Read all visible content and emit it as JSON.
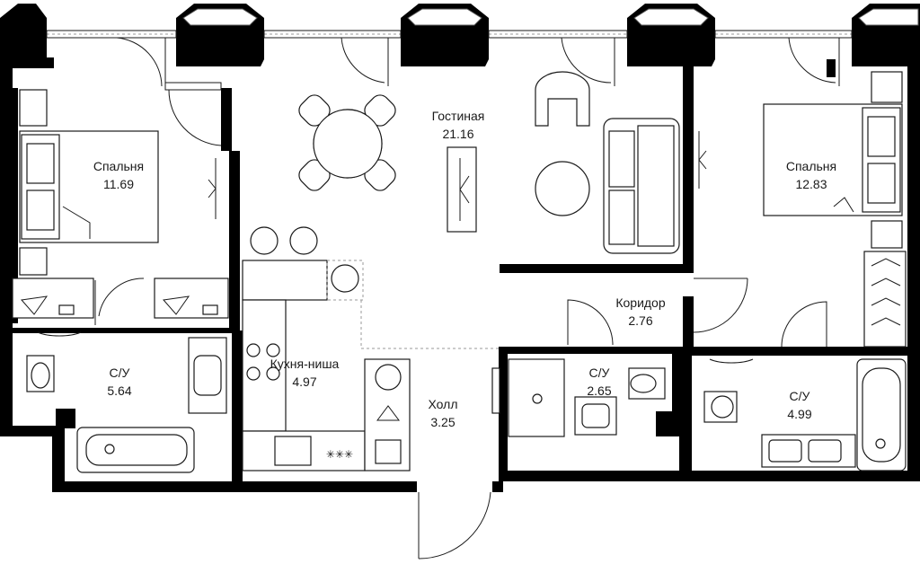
{
  "rooms": [
    {
      "id": "bedroom-left",
      "name": "Спальня",
      "area": "11.69"
    },
    {
      "id": "living",
      "name": "Гостиная",
      "area": "21.16"
    },
    {
      "id": "bedroom-right",
      "name": "Спальня",
      "area": "12.83"
    },
    {
      "id": "corridor",
      "name": "Коридор",
      "area": "2.76"
    },
    {
      "id": "bath-left",
      "name": "С/У",
      "area": "5.64"
    },
    {
      "id": "kitchen",
      "name": "Кухня-ниша",
      "area": "4.97"
    },
    {
      "id": "hall",
      "name": "Холл",
      "area": "3.25"
    },
    {
      "id": "bath-mid",
      "name": "С/У",
      "area": "2.65"
    },
    {
      "id": "bath-right",
      "name": "С/У",
      "area": "4.99"
    }
  ],
  "colors": {
    "wall": "#000000",
    "furniture_stroke": "#1a1a1a",
    "background": "#ffffff"
  }
}
